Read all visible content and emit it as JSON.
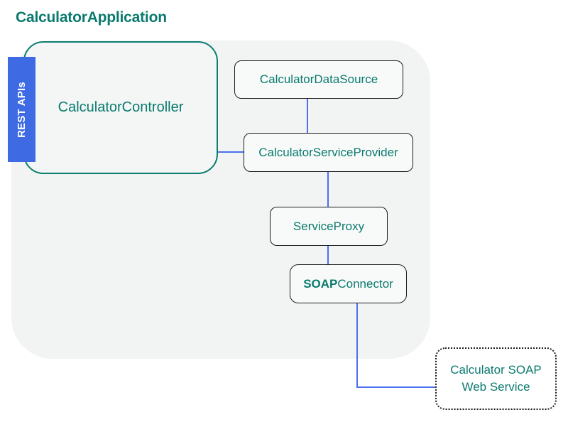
{
  "title": "CalculatorApplication",
  "badge": {
    "label": "REST APIs"
  },
  "nodes": {
    "controller": {
      "label": "CalculatorController"
    },
    "data_source": {
      "label": "CalculatorDataSource"
    },
    "service_provider": {
      "label": "CalculatorServiceProvider"
    },
    "service_proxy": {
      "label": "ServiceProxy"
    },
    "soap_connector": {
      "label_bold": "SOAP",
      "label_rest": "Connector"
    },
    "web_service": {
      "line1_regular": "Calculator",
      "line1_bold": "SOAP",
      "line2": "Web Service"
    }
  },
  "edges": [
    {
      "from": "CalculatorController",
      "to": "CalculatorServiceProvider"
    },
    {
      "from": "CalculatorDataSource",
      "to": "CalculatorServiceProvider"
    },
    {
      "from": "CalculatorServiceProvider",
      "to": "ServiceProxy"
    },
    {
      "from": "ServiceProxy",
      "to": "SOAPConnector"
    },
    {
      "from": "SOAPConnector",
      "to": "Calculator SOAP Web Service"
    }
  ],
  "colors": {
    "teal_text": "#0A7A6E",
    "teal_border": "#0D7C71",
    "badge_blue": "#3E6AE4",
    "edge_blue": "#4B6FF0",
    "panel_background": "#F2F4F3",
    "node_border": "#1C1C1C"
  }
}
